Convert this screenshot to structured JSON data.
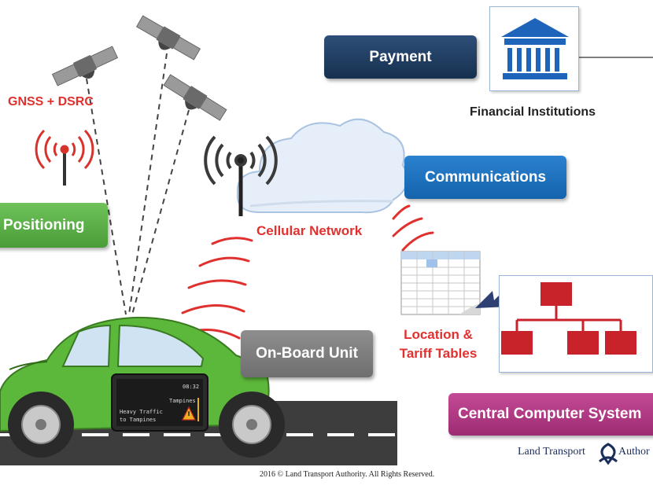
{
  "boxes": {
    "payment": "Payment",
    "communications": "Communications",
    "positioning": "Positioning",
    "onboard_unit": "On-Board Unit",
    "central_computer": "Central Computer System"
  },
  "labels": {
    "gnss_dsrc": "GNSS + DSRC",
    "cellular_network": "Cellular Network",
    "location_line1": "Location &",
    "location_line2": "Tariff Tables",
    "financial_institutions": "Financial Institutions"
  },
  "obu_screen": {
    "time": "08:32",
    "destination": "Tampines",
    "message_line1": "Heavy Traffic",
    "message_line2": "to Tampines"
  },
  "footer": {
    "copyright": "2016 © Land Transport Authority. All Rights Reserved.",
    "logo_left": "Land Transport",
    "logo_right": "Author"
  },
  "colors": {
    "payment": "#1e3a5f",
    "communications": "#1a6fbd",
    "positioning": "#5cae47",
    "onboard_unit": "#7f7f7f",
    "central_computer": "#b03a84",
    "signal_red": "#e0312f",
    "car_green": "#5cb83a"
  },
  "icons": [
    "satellite-icon",
    "radio-tower-icon",
    "cloud-icon",
    "tariff-table-icon",
    "cursor-arrow-icon",
    "bank-icon",
    "network-hierarchy-icon",
    "car-icon"
  ]
}
